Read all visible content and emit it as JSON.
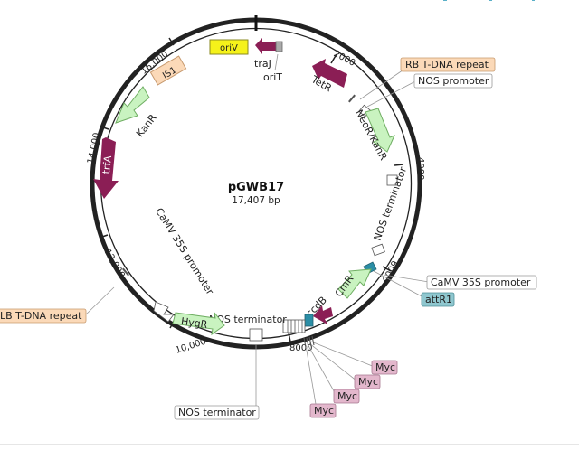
{
  "plasmid": {
    "name": "pGWB17",
    "size": "17,407 bp"
  },
  "ticks": {
    "t2000": "2000",
    "t4000": "4000",
    "t6000": "6000",
    "t8000": "8000",
    "t10000": "10,000",
    "t12000": "12,000",
    "t14000": "14,000",
    "t16000": "16,000"
  },
  "features": {
    "oriV": "oriV",
    "traJ": "traJ",
    "oriT": "oriT",
    "TetR": "TetR",
    "NeoR_KanR": "NeoR/KanR",
    "NOS_terminator_right": "NOS terminator",
    "CmR": "CmR",
    "ccdB": "ccdB",
    "NOS_terminator_bottom": "NOS terminator",
    "HygR": "HygR",
    "CaMV_35S_promoter_left": "CaMV 35S promoter",
    "trfA": "trfA",
    "KanR": "KanR",
    "IS1": "IS1"
  },
  "callouts": {
    "rb_tdna": "RB T-DNA repeat",
    "nos_promoter": "NOS promoter",
    "camv_right": "CaMV 35S promoter",
    "attR1": "attR1",
    "lb_tdna": "LB T-DNA repeat",
    "nos_terminator": "NOS terminator",
    "myc1": "Myc",
    "myc2": "Myc",
    "myc3": "Myc",
    "myc4": "Myc"
  },
  "colors": {
    "backbone": "#222222",
    "origin": "#f5f21a",
    "marker": "#c9f3c0",
    "marker_stroke": "#6fae62",
    "protein": "#8b1e55",
    "mobile": "#fbd9b8",
    "tag": "#e3b7cc",
    "attr": "#8fc7cf",
    "misc_fill": "#ffffff",
    "label_box": "#ffffff"
  }
}
